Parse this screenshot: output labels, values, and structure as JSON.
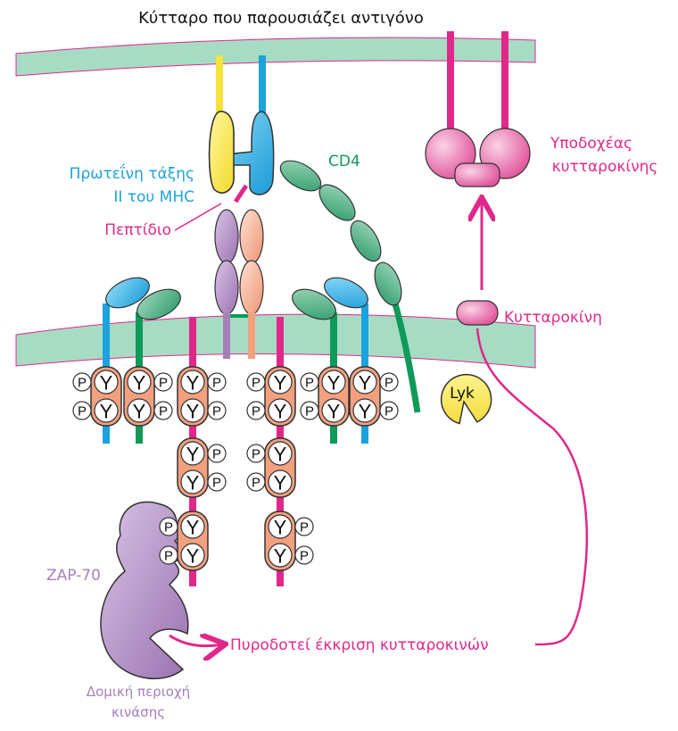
{
  "title": "Κύτταρο που παρουσιάζει αντιγόνο",
  "labels": {
    "mhc_line1": "Πρωτεΐνη τάξης",
    "mhc_line2": "ΙΙ του MHC",
    "peptide": "Πεπτίδιο",
    "cd4": "CD4",
    "receptor_line1": "Υποδοχέας",
    "receptor_line2": "κυτταροκίνης",
    "cytokine": "Κυτταροκίνη",
    "lyk": "Lyk",
    "zap70": "ZAP-70",
    "kinase_line1": "Δομική περιοχή",
    "kinase_line2": "κινάσης",
    "triggers": "Πυροδοτεί έκκριση κυτταροκινών",
    "tyrosine": "Y",
    "phosphate": "P"
  },
  "colors": {
    "membrane": "#a6dcc4",
    "magenta": "#e0288a",
    "blue": "#1ba3dd",
    "green": "#0f9a5a",
    "yellow": "#f5e33a",
    "purple": "#a77fb8",
    "salmon": "#f3a07f"
  }
}
